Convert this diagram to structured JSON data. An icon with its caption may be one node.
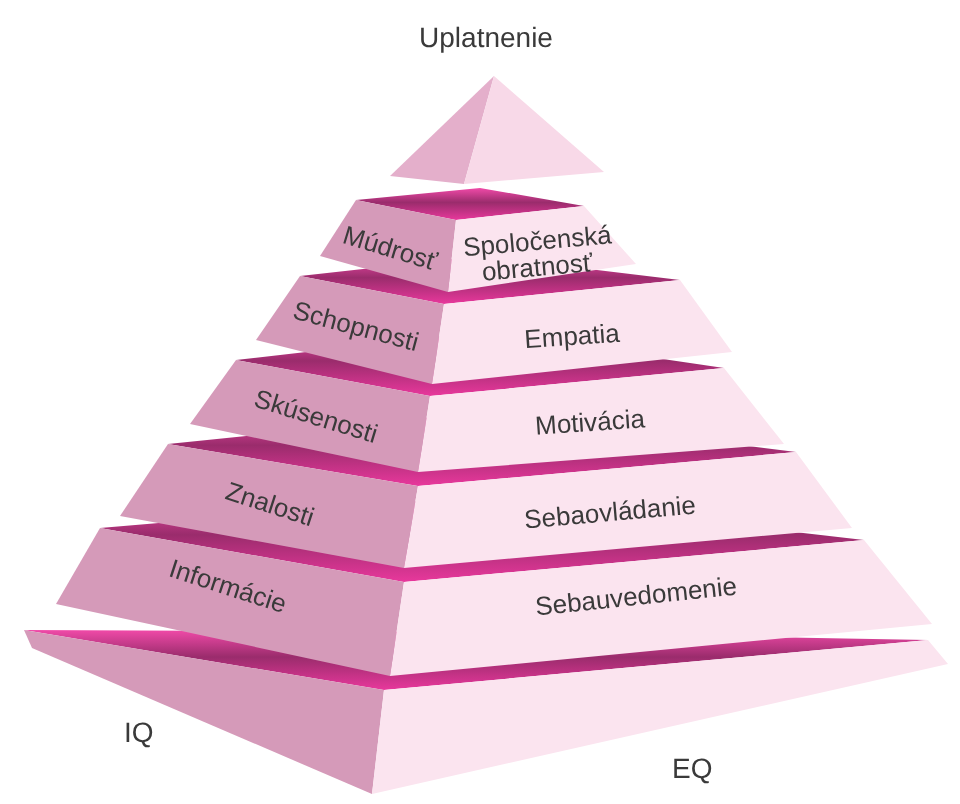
{
  "diagram": {
    "nodes": [
      {
        "text": [
          "Uplatnenie"
        ]
      },
      {
        "text": [
          "Múdrosť",
          "Spoločenská obratnosť"
        ]
      },
      {
        "text": [
          "Schopnosti",
          "Empatia"
        ]
      },
      {
        "text": [
          "Skúsenosti",
          "Motivácia"
        ]
      },
      {
        "text": [
          "Znalosti",
          "Sebaovládanie"
        ]
      },
      {
        "text": [
          "Informácie",
          "Sebauvedomenie"
        ]
      },
      {
        "text": [],
        "shape": "bar"
      }
    ],
    "labels": [
      "IQ",
      "EQ"
    ]
  }
}
